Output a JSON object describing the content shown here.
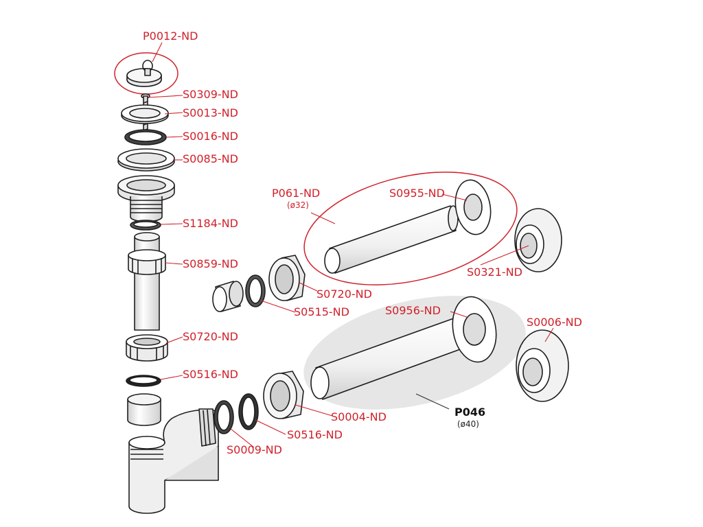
{
  "parts": [
    {
      "id": "P0012",
      "code": "P0012-ND"
    },
    {
      "id": "S0309",
      "code": "S0309-ND"
    },
    {
      "id": "S0013",
      "code": "S0013-ND"
    },
    {
      "id": "S0016",
      "code": "S0016-ND"
    },
    {
      "id": "S0085",
      "code": "S0085-ND"
    },
    {
      "id": "S1184",
      "code": "S1184-ND"
    },
    {
      "id": "S0859",
      "code": "S0859-ND"
    },
    {
      "id": "S0720a",
      "code": "S0720-ND"
    },
    {
      "id": "S0516a",
      "code": "S0516-ND"
    },
    {
      "id": "P061",
      "code": "P061-ND",
      "diameter": "(ø32)"
    },
    {
      "id": "S0955",
      "code": "S0955-ND"
    },
    {
      "id": "S0321",
      "code": "S0321-ND"
    },
    {
      "id": "S0720b",
      "code": "S0720-ND"
    },
    {
      "id": "S0515",
      "code": "S0515-ND"
    },
    {
      "id": "S0956",
      "code": "S0956-ND"
    },
    {
      "id": "S0006",
      "code": "S0006-ND"
    },
    {
      "id": "P046",
      "code": "P046",
      "diameter": "(ø40)"
    },
    {
      "id": "S0004",
      "code": "S0004-ND"
    },
    {
      "id": "S0516b",
      "code": "S0516-ND"
    },
    {
      "id": "S0009",
      "code": "S0009-ND"
    }
  ],
  "colors": {
    "label_red": "#d0202a",
    "label_dark": "#111111",
    "part_fill": "#ffffff",
    "part_shade": "#e4e4e4",
    "part_outline": "#1e1e1e",
    "group_highlight": "#e6e6e6"
  }
}
